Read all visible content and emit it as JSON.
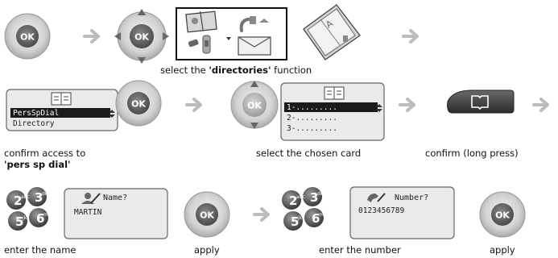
{
  "keys": {
    "ok_label": "OK",
    "keypad": [
      {
        "digit": "2",
        "letters": "abc"
      },
      {
        "digit": "3",
        "letters": "def"
      },
      {
        "digit": "5",
        "letters": "jkl"
      },
      {
        "digit": "6",
        "letters": "mno"
      }
    ]
  },
  "row1": {
    "caption_pre": "select the ",
    "caption_bold": "'directories'",
    "caption_post": " function",
    "book_letter": "A"
  },
  "row2": {
    "menu_items": [
      "PersSpDial",
      "Directory"
    ],
    "card_items": [
      "1-.........",
      "2-.........",
      "3-........."
    ],
    "caption_confirm_access": "confirm access to",
    "caption_confirm_access_bold": "'pers sp dial'",
    "caption_select_card": "select the chosen card",
    "caption_long_press": "confirm (long press)"
  },
  "row3": {
    "name_prompt": "Name?",
    "name_value": "MARTIN",
    "number_prompt": "Number?",
    "number_value": "0123456789",
    "caption_enter_name": "enter the name",
    "caption_apply_1": "apply",
    "caption_enter_number": "enter the number",
    "caption_apply_2": "apply"
  }
}
